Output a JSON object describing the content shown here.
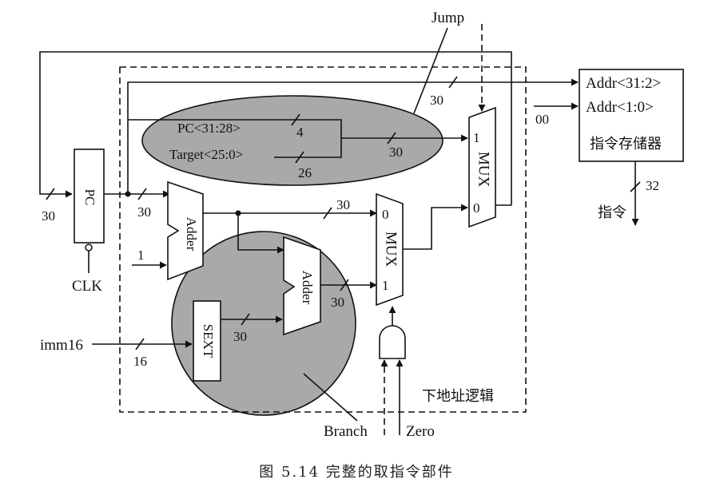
{
  "diagram": {
    "pc": "PC",
    "clk": "CLK",
    "adder_top": "Adder",
    "adder_bottom": "Adder",
    "sext": "SEXT",
    "mux": "MUX",
    "mux0_in0": "0",
    "mux0_in1": "1",
    "mux1_in1": "1",
    "mux1_in0": "0",
    "const_one": "1",
    "const_00": "00",
    "pc_hi": "PC<31:28>",
    "target": "Target<25:0>",
    "addr_hi": "Addr<31:2>",
    "addr_lo": "Addr<1:0>",
    "imem": "指令存储器",
    "instr": "指令",
    "jump": "Jump",
    "branch": "Branch",
    "zero": "Zero",
    "imm16": "imm16",
    "next_addr_logic": "下地址逻辑",
    "bus_widths": {
      "pc_in": "30",
      "pc_out": "30",
      "adder_out": "30",
      "top_bus": "30",
      "pc_hi": "4",
      "target": "26",
      "concat": "30",
      "sext_out": "30",
      "adder2_out": "30",
      "imm16": "16",
      "instr": "32"
    }
  },
  "caption": "图 5.14   完整的取指令部件"
}
